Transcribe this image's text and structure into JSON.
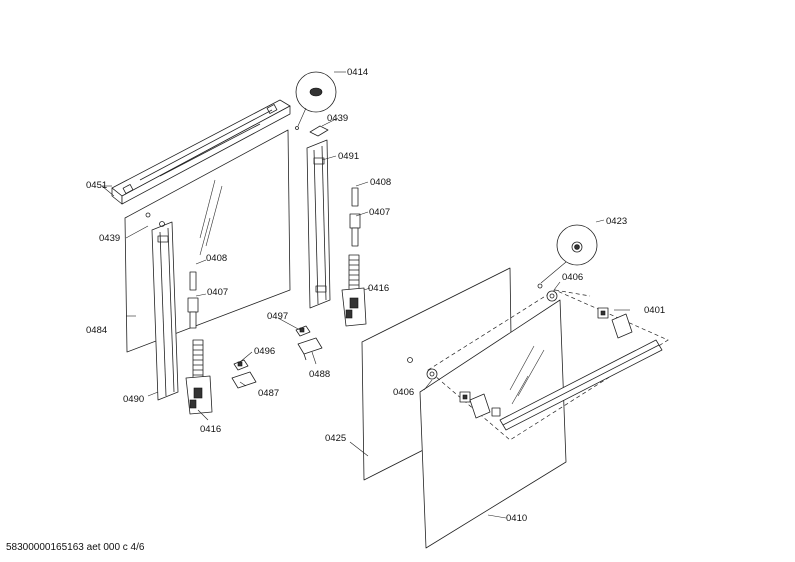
{
  "footer": "58300000165163 aet 000 c 4/6",
  "callouts": {
    "c0414": "0414",
    "c0439a": "0439",
    "c0491": "0491",
    "c0408a": "0408",
    "c0407a": "0407",
    "c0451": "0451",
    "c0439b": "0439",
    "c0408b": "0408",
    "c0407b": "0407",
    "c0416a": "0416",
    "c0484": "0484",
    "c0497": "0497",
    "c0496": "0496",
    "c0488": "0488",
    "c0487": "0487",
    "c0490": "0490",
    "c0416b": "0416",
    "c0423": "0423",
    "c0406a": "0406",
    "c0401": "0401",
    "c0406b": "0406",
    "c0425": "0425",
    "c0410": "0410"
  }
}
